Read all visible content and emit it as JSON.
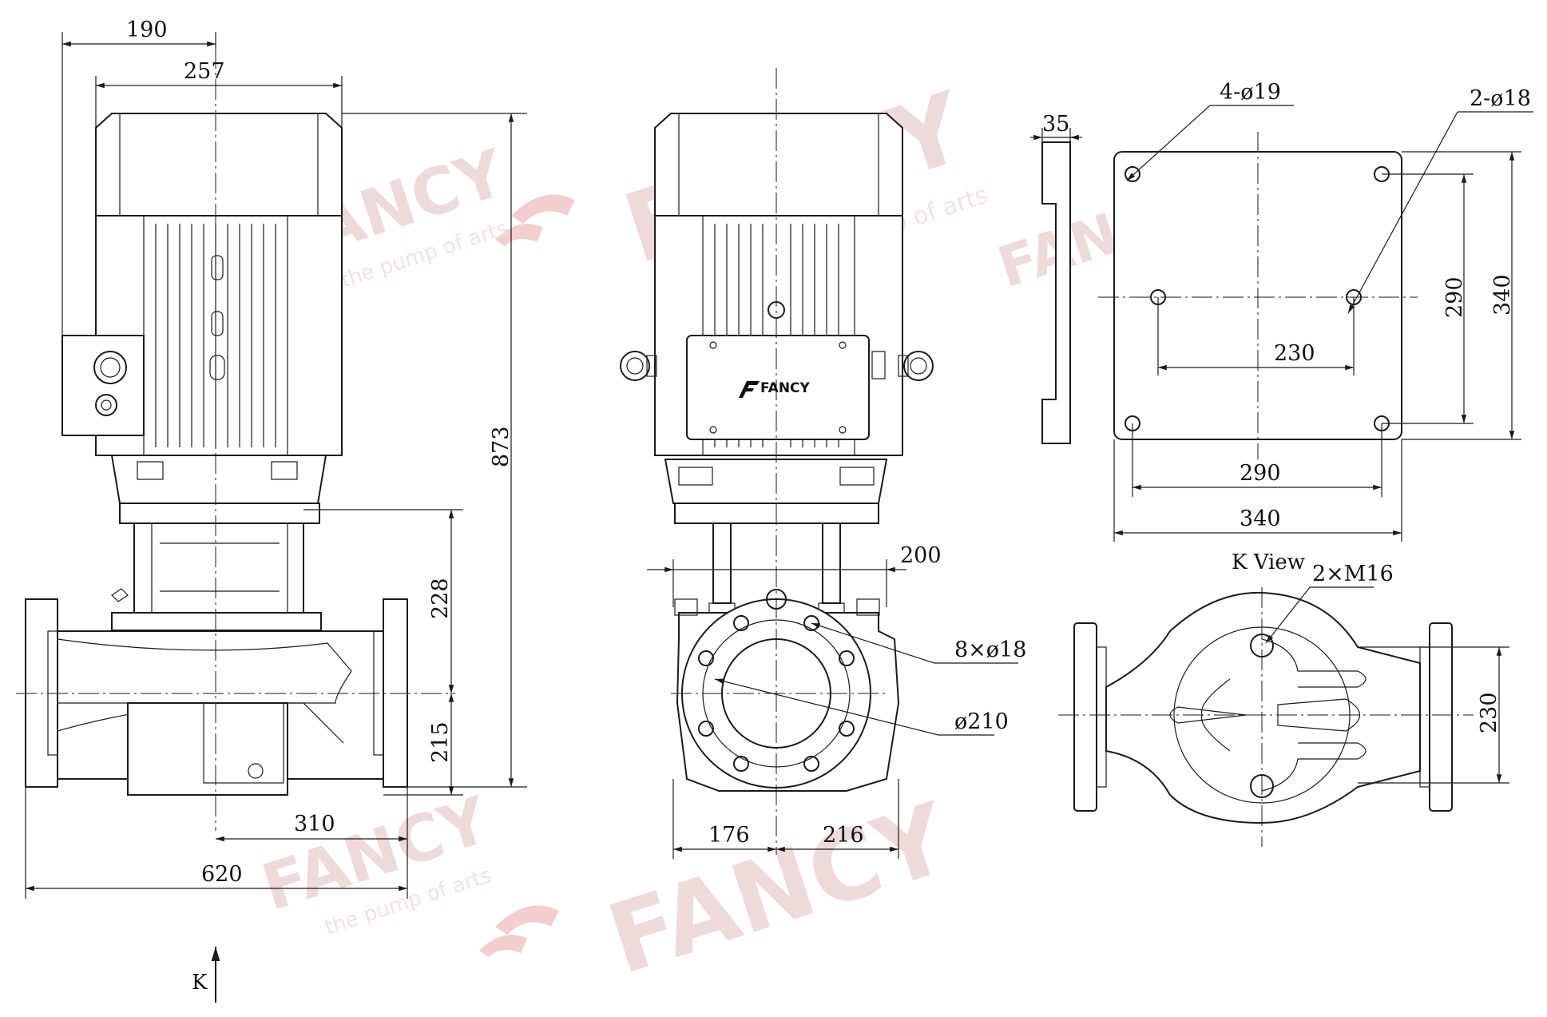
{
  "watermark": {
    "brand": "FANCY",
    "tagline": "the pump of arts"
  },
  "front_view": {
    "dims": {
      "w190": "190",
      "w257": "257",
      "h873": "873",
      "h228": "228",
      "h215": "215",
      "w310": "310",
      "w620": "620"
    },
    "k_arrow_label": "K"
  },
  "side_view": {
    "nameplate": "FANCY",
    "dims": {
      "w200": "200",
      "bolts": "8×ø18",
      "pcd": "ø210",
      "w176": "176",
      "w216": "216"
    }
  },
  "plate_side": {
    "dims": {
      "t35": "35"
    }
  },
  "base_plate": {
    "dims": {
      "holes4": "4-ø19",
      "holes2": "2-ø18",
      "h290": "290",
      "h340": "340",
      "w230": "230",
      "w290": "290",
      "w340": "340"
    }
  },
  "k_view": {
    "title": "K View",
    "dims": {
      "m16": "2×M16",
      "h230": "230"
    }
  },
  "colors": {
    "line": "#1a1a1a",
    "watermark": "#eed6d6"
  }
}
